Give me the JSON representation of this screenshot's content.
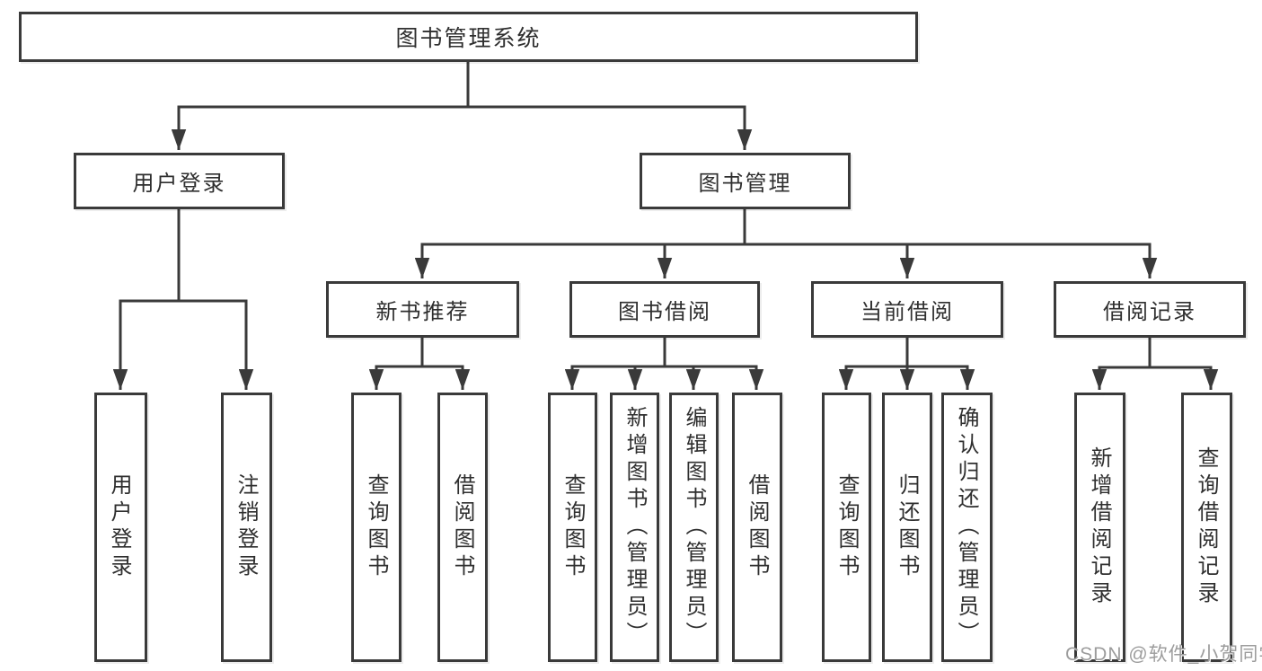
{
  "tree": {
    "label": "图书管理系统",
    "children": [
      {
        "label": "用户登录",
        "children": [
          {
            "label": "用户登录"
          },
          {
            "label": "注销登录"
          }
        ]
      },
      {
        "label": "图书管理",
        "children": [
          {
            "label": "新书推荐",
            "children": [
              {
                "label": "查询图书"
              },
              {
                "label": "借阅图书"
              }
            ]
          },
          {
            "label": "图书借阅",
            "children": [
              {
                "label": "查询图书"
              },
              {
                "label": "新增图书（管理员）"
              },
              {
                "label": "编辑图书（管理员）"
              },
              {
                "label": "借阅图书"
              }
            ]
          },
          {
            "label": "当前借阅",
            "children": [
              {
                "label": "查询图书"
              },
              {
                "label": "归还图书"
              },
              {
                "label": "确认归还（管理员）"
              }
            ]
          },
          {
            "label": "借阅记录",
            "children": [
              {
                "label": "新增借阅记录"
              },
              {
                "label": "查询借阅记录"
              }
            ]
          }
        ]
      }
    ]
  },
  "watermark": {
    "text": "CSDN @软件_小贺同学"
  },
  "colors": {
    "line": "#3a3a3a",
    "box_border": "#3a3a3a",
    "text": "#2f2f2f",
    "watermark": "#9c9c9c",
    "background": "#ffffff"
  }
}
